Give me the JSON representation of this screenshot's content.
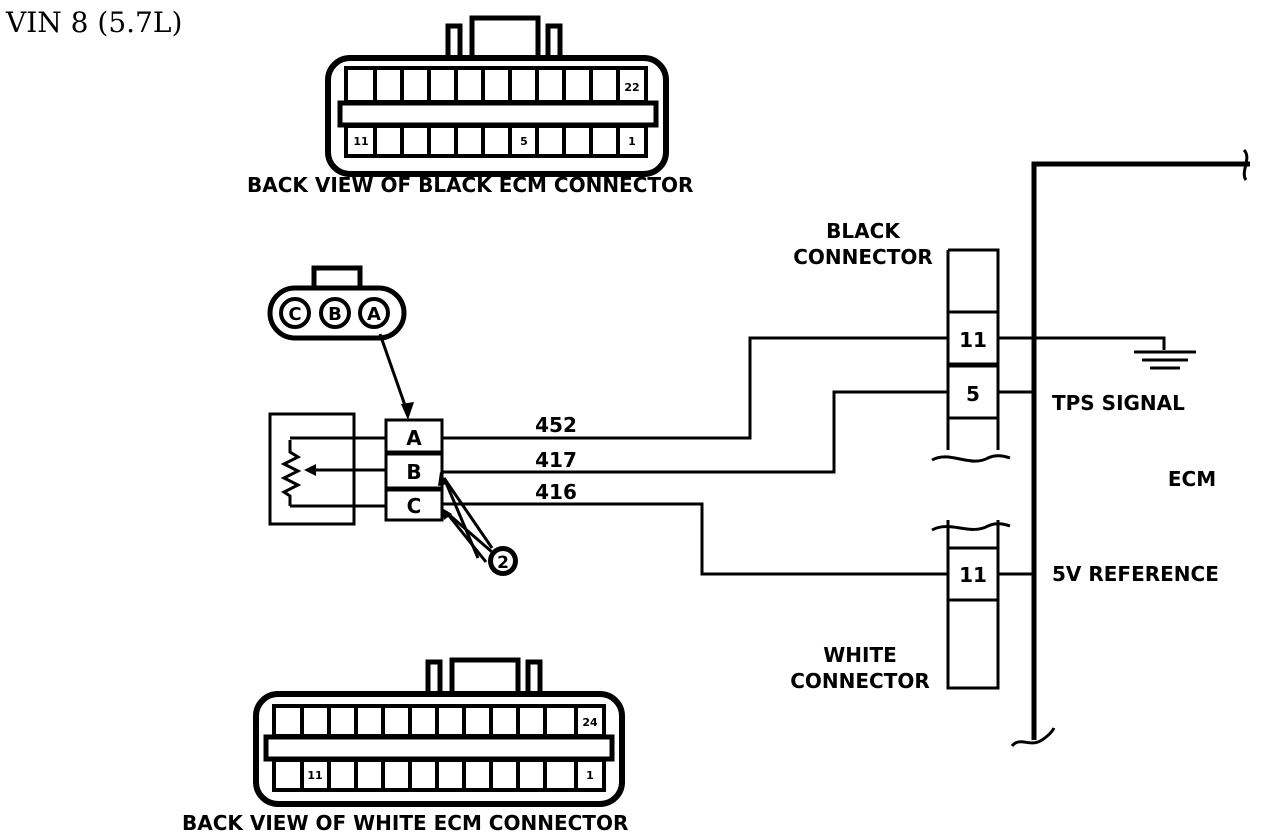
{
  "title": "VIN 8 (5.7L)",
  "black_ecm_connector": {
    "caption": "BACK VIEW OF BLACK ECM CONNECTOR",
    "pin_top_right": "22",
    "pin_bottom_left": "11",
    "pin_bottom_mid": "5",
    "pin_bottom_right": "1"
  },
  "white_ecm_connector": {
    "caption": "BACK VIEW OF WHITE ECM CONNECTOR",
    "pin_top_right": "24",
    "pin_bottom_left": "11",
    "pin_bottom_right": "1"
  },
  "tps_connector": {
    "pins": [
      "C",
      "B",
      "A"
    ]
  },
  "sensor_terminals": [
    "A",
    "B",
    "C"
  ],
  "wires": {
    "a_circuit": "452",
    "b_circuit": "417",
    "c_circuit": "416"
  },
  "black_connector": {
    "label_line1": "BLACK",
    "label_line2": "CONNECTOR",
    "pin_ground": "11",
    "pin_signal": "5"
  },
  "white_connector": {
    "label_line1": "WHITE",
    "label_line2": "CONNECTOR",
    "pin_ref": "11"
  },
  "ecm": {
    "label": "ECM",
    "tps_signal": "TPS SIGNAL",
    "ref_5v": "5V REFERENCE"
  },
  "callout": "2"
}
